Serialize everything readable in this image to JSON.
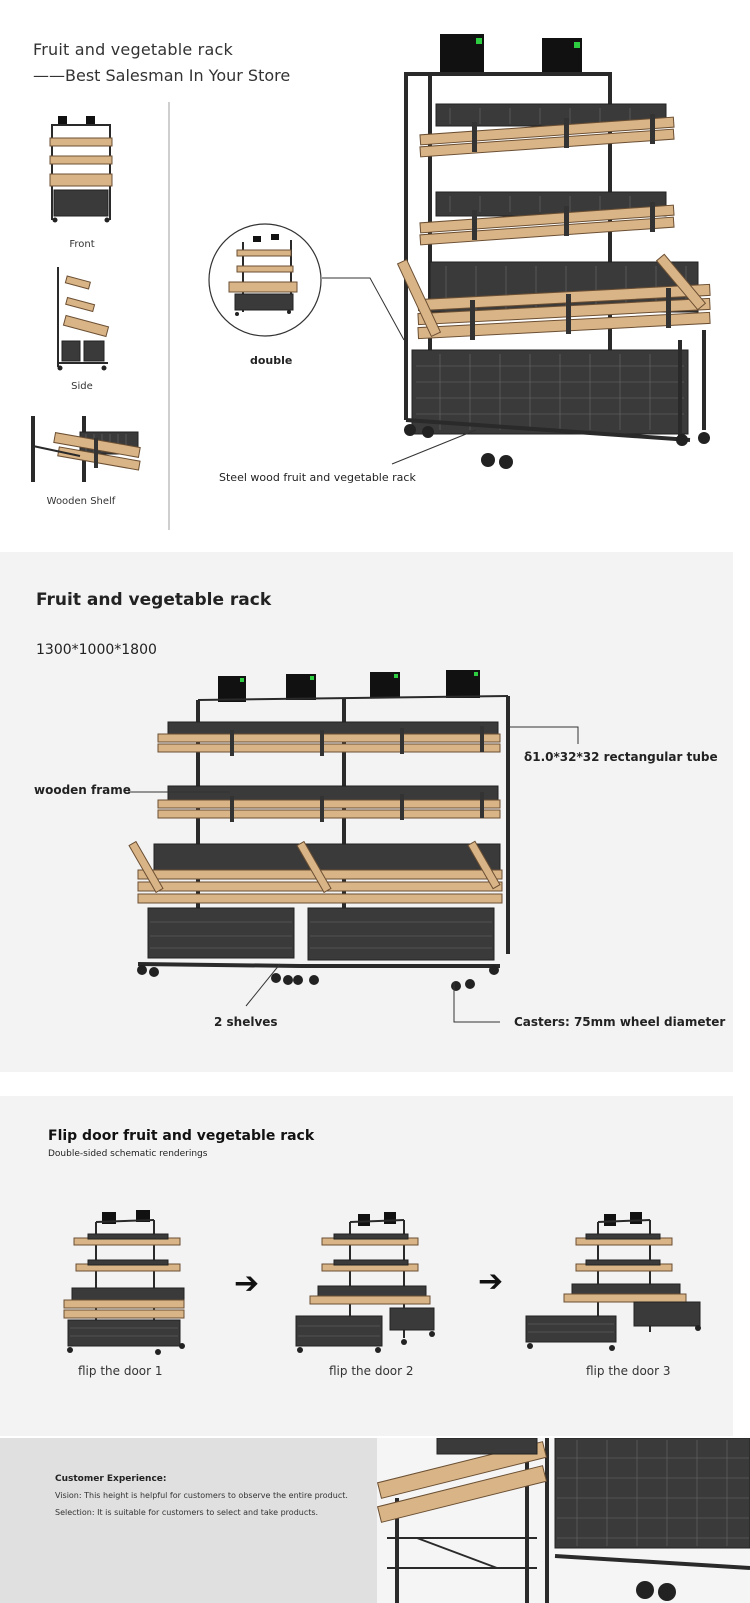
{
  "intro": {
    "title_line1": "Fruit and vegetable rack",
    "title_line2": "——Best Salesman In Your Store",
    "views": [
      {
        "label": "Front"
      },
      {
        "label": "Side"
      },
      {
        "label": "Wooden Shelf"
      }
    ],
    "double_label": "double",
    "main_caption": "Steel wood fruit and vegetable rack"
  },
  "spec": {
    "title": "Fruit and vegetable rack",
    "dimensions": "1300*1000*1800",
    "callouts": {
      "tube": "δ1.0*32*32 rectangular tube",
      "frame": "wooden frame",
      "shelves": "2 shelves",
      "casters": "Casters: 75mm wheel diameter"
    }
  },
  "flip": {
    "title": "Flip door fruit and vegetable rack",
    "subtitle": "Double-sided schematic renderings",
    "steps": [
      {
        "label": "flip the door 1"
      },
      {
        "label": "flip the door 2"
      },
      {
        "label": "flip the door 3"
      }
    ],
    "arrow_glyph": "➔"
  },
  "experience": {
    "title": "Customer Experience:",
    "lines": [
      "Vision: This height is helpful for customers to observe the entire product.",
      "Selection: It is suitable for customers to select and take products."
    ]
  }
}
